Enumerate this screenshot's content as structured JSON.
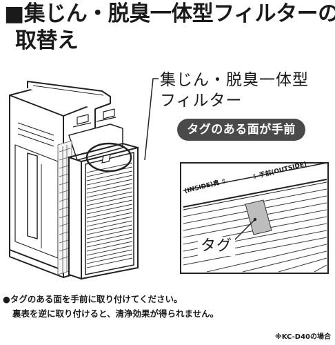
{
  "title": {
    "line1": "■集じん・脱臭一体型フィルターの",
    "line2": "取替え"
  },
  "callout": {
    "line1": "集じん・脱臭一体型",
    "line2": "フィルター"
  },
  "badge": "タグのある面が手前",
  "detail": {
    "inside_label": "(INSIDE)奥 ⇧",
    "outside_label": "⇩ 手前(OUTSIDE)",
    "tag_label": "タグ"
  },
  "notes": {
    "line1": "●タグのある面を手前に取り付けてください。",
    "line2": "裏表を逆に取り付けると、清浄効果が得られません。"
  },
  "model_note": "※KC-D40の場合",
  "colors": {
    "text": "#1a1a1a",
    "badge_bg": "#4a4a4a",
    "badge_text": "#ffffff",
    "tag_fill": "#bdbdbd"
  }
}
